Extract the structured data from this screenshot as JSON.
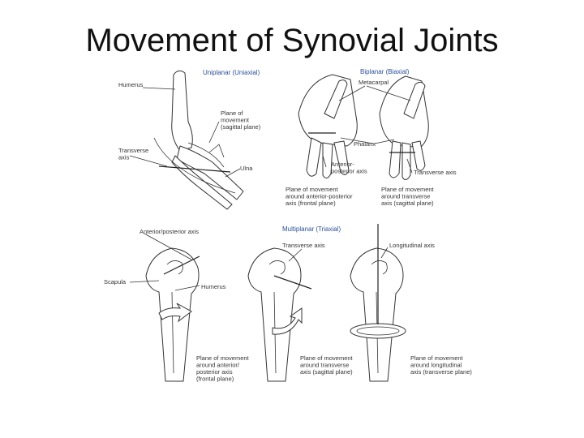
{
  "title": "Movement of Synovial Joints",
  "uniplanar": {
    "header": "Uniplanar (Uniaxial)",
    "humerus": "Humerus",
    "plane": [
      "Plane of",
      "movement",
      "(sagittal plane)"
    ],
    "axis": [
      "Transverse",
      "axis"
    ],
    "ulna": "Ulna"
  },
  "biplanar": {
    "header": "Biplanar (Biaxial)",
    "metacarpal": "Metacarpal",
    "phalanx": "Phalanx",
    "ap_axis": [
      "Anterior-",
      "posterior axis"
    ],
    "transverse_axis": "Transverse axis",
    "plane_ap": [
      "Plane of movement",
      "around anterior-posterior",
      "axis (frontal plane)"
    ],
    "plane_trans": [
      "Plane of movement",
      "around transverse",
      "axis (sagittal plane)"
    ]
  },
  "multiplanar": {
    "header": "Multiplanar (Triaxial)",
    "ap_axis": "Anterior/posterior axis",
    "transverse_axis": "Transverse axis",
    "longitudinal_axis": "Longitudinal axis",
    "scapula": "Scapula",
    "humerus": "Humerus",
    "plane_ap": [
      "Plane of movement",
      "around anterior/",
      "posterior axis",
      "(frontal plane)"
    ],
    "plane_trans": [
      "Plane of movement",
      "around transverse",
      "axis (sagittal plane)"
    ],
    "plane_long": [
      "Plane of movement",
      "around longitudinal",
      "axis (transverse plane)"
    ]
  }
}
